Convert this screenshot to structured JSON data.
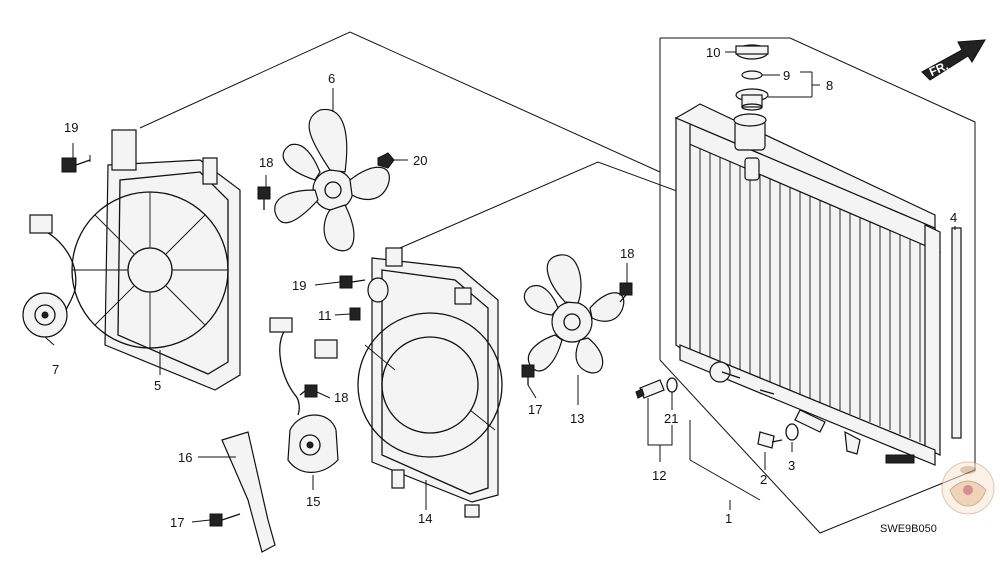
{
  "diagram": {
    "labels": {
      "p1": "1",
      "p2": "2",
      "p3": "3",
      "p4": "4",
      "p5": "5",
      "p6": "6",
      "p7": "7",
      "p8": "8",
      "p9": "9",
      "p10": "10",
      "p11": "11",
      "p12": "12",
      "p13": "13",
      "p14": "14",
      "p15": "15",
      "p16": "16",
      "p17a": "17",
      "p17b": "17",
      "p18a": "18",
      "p18b": "18",
      "p18c": "18",
      "p19a": "19",
      "p19b": "19",
      "p20": "20",
      "p21": "21"
    },
    "direction_label": "FR.",
    "diagram_code": "SWE9B050"
  }
}
